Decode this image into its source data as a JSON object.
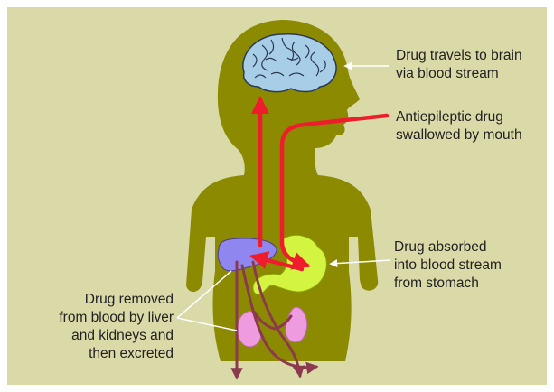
{
  "labels": {
    "brain": "Drug travels to brain\nvia blood stream",
    "mouth": "Antiepileptic drug\nswallowed by mouth",
    "absorbed": "Drug absorbed\ninto blood stream\nfrom stomach",
    "removed": "Drug removed\nfrom blood by liver\nand kidneys and\nthen excreted"
  },
  "colors": {
    "background": "#dad9a8",
    "body": "#8c8a00",
    "brain": "#a8cde6",
    "liver": "#8f86f0",
    "stomach": "#d3f542",
    "kidneys": "#ee9be0",
    "drug_arrow": "#ee1c2c",
    "excretion_arrow": "#8b3a4d",
    "pointer_line": "#ffffff"
  }
}
